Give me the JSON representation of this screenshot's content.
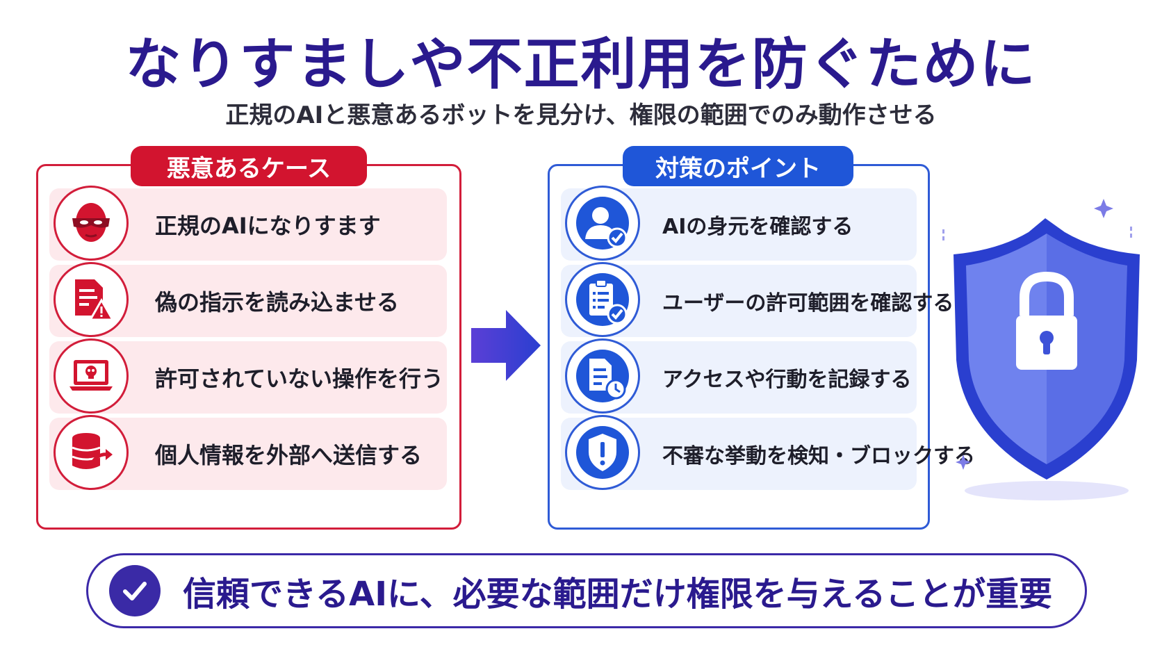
{
  "title": "なりすましや不正利用を防ぐために",
  "subtitle": "正規のAIと悪意あるボットを見分け、権限の範囲でのみ動作させる",
  "malicious": {
    "heading": "悪意あるケース",
    "items": [
      {
        "label": "正規のAIになりすます",
        "icon": "masked-face-icon"
      },
      {
        "label": "偽の指示を読み込ませる",
        "icon": "document-warning-icon"
      },
      {
        "label": "許可されていない操作を行う",
        "icon": "laptop-skull-icon"
      },
      {
        "label": "個人情報を外部へ送信する",
        "icon": "database-export-icon"
      }
    ]
  },
  "countermeasures": {
    "heading": "対策のポイント",
    "items": [
      {
        "label": "AIの身元を確認する",
        "icon": "user-check-icon"
      },
      {
        "label": "ユーザーの許可範囲を確認する",
        "icon": "clipboard-check-icon"
      },
      {
        "label": "アクセスや行動を記録する",
        "icon": "document-clock-icon"
      },
      {
        "label": "不審な挙動を検知・ブロックする",
        "icon": "shield-alert-icon"
      }
    ]
  },
  "conclusion": "信頼できるAIに、必要な範囲だけ権限を与えることが重要",
  "colors": {
    "title": "#2a1a8e",
    "danger": "#d2142f",
    "primary": "#1f56d8",
    "accent": "#3a2aa6"
  }
}
